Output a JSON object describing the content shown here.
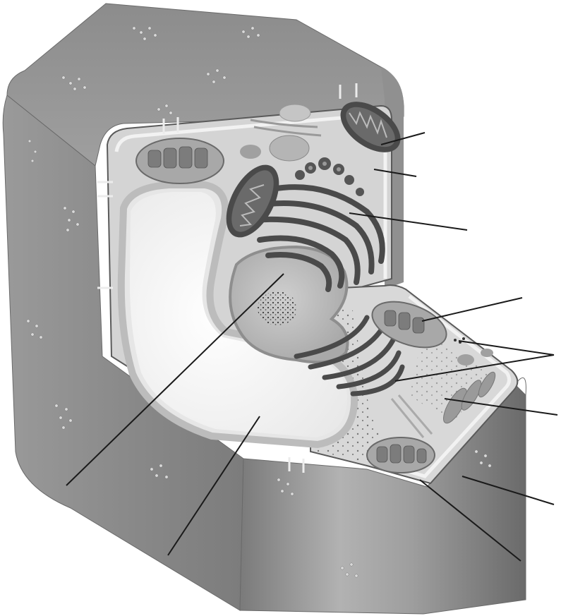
{
  "diagram": {
    "subject": "plant-cell-3d-cutaway",
    "style": "grayscale",
    "labels": [],
    "leader_lines": [
      {
        "id": "mitochondrion-top"
      },
      {
        "id": "cytoplasm"
      },
      {
        "id": "golgi-apparatus"
      },
      {
        "id": "chloroplast"
      },
      {
        "id": "ribosomes-a"
      },
      {
        "id": "ribosomes-b"
      },
      {
        "id": "smooth-er"
      },
      {
        "id": "cell-wall"
      },
      {
        "id": "plasma-membrane"
      },
      {
        "id": "nucleus"
      },
      {
        "id": "central-vacuole"
      }
    ],
    "colors": {
      "wall": "#8f8f8f",
      "wall_light": "#b5b5b5",
      "wall_dark": "#6e6e6e",
      "cytoplasm": "#dcdcdc",
      "membrane": "#f4f4f4",
      "vacuole": "#f7f7f7",
      "nucleus": "#bdbdbd",
      "organelle_dark": "#4a4a4a",
      "leader": "#1a1a1a"
    }
  }
}
